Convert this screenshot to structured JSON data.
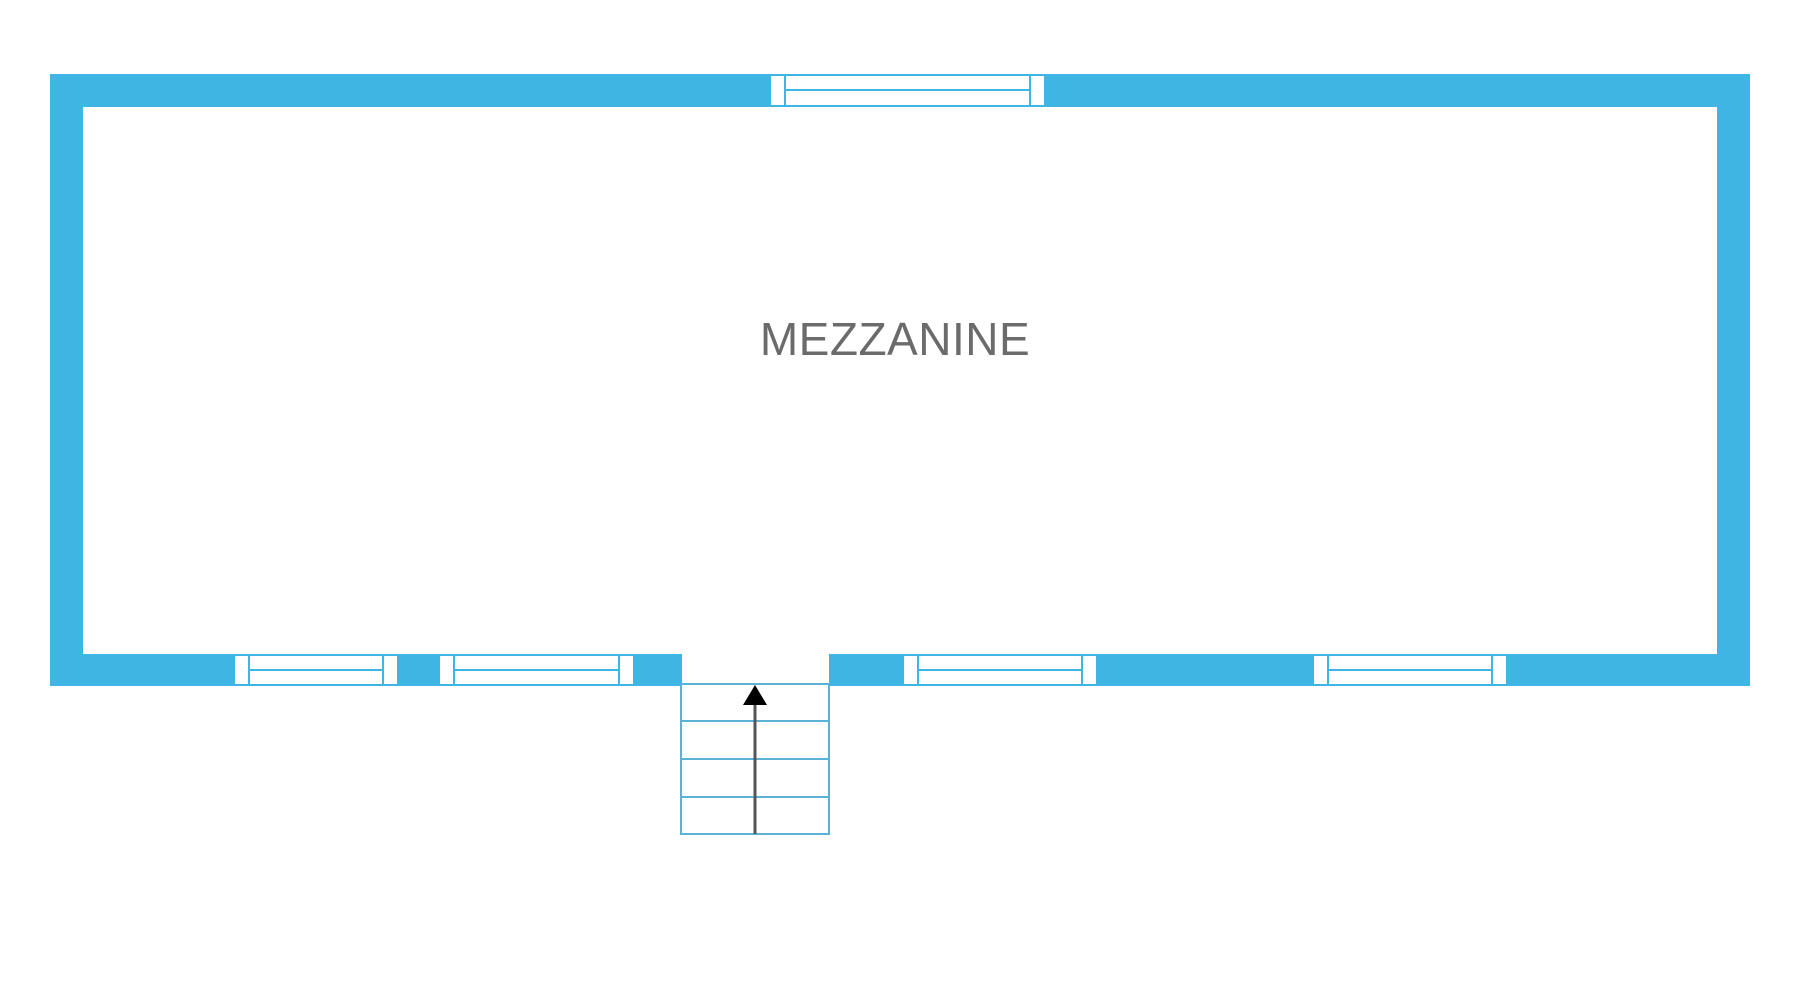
{
  "room": {
    "name": "MEZZANINE"
  },
  "colors": {
    "wall": "#3eb5e3",
    "stair_line": "#5ab3d6",
    "arrow": "#000000",
    "text": "#6b6b6b"
  },
  "stairs": {
    "steps": 4,
    "direction": "up"
  }
}
